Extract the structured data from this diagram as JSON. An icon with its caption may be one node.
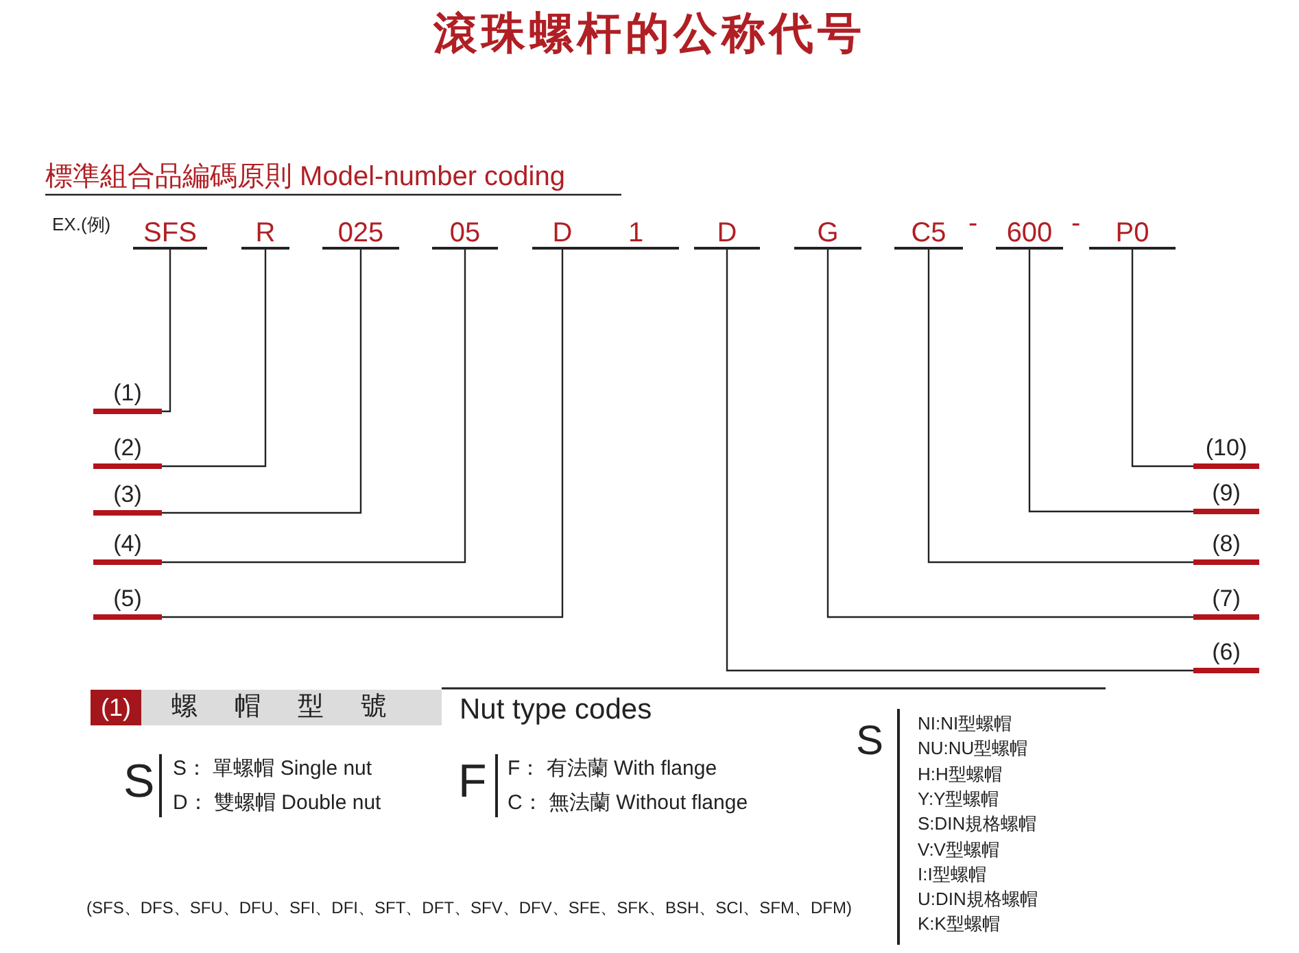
{
  "diagram": {
    "title": "滾珠螺杆的公称代号",
    "nodes": [
      {
        "text": [
          "SFS"
        ]
      },
      {
        "text": [
          "R"
        ]
      },
      {
        "text": [
          "025"
        ]
      },
      {
        "text": [
          "05"
        ]
      },
      {
        "text": [
          "D"
        ]
      },
      {
        "text": [
          "1"
        ]
      },
      {
        "text": [
          "D"
        ]
      },
      {
        "text": [
          "G"
        ]
      },
      {
        "text": [
          "C5"
        ]
      },
      {
        "text": [
          "600"
        ]
      },
      {
        "text": [
          "P0"
        ]
      },
      {
        "text": [
          "(1)"
        ]
      },
      {
        "text": [
          "(2)"
        ]
      },
      {
        "text": [
          "(3)"
        ]
      },
      {
        "text": [
          "(4)"
        ]
      },
      {
        "text": [
          "(5)"
        ]
      },
      {
        "text": [
          "(10)"
        ]
      },
      {
        "text": [
          "(9)"
        ]
      },
      {
        "text": [
          "(8)"
        ]
      },
      {
        "text": [
          "(7)"
        ]
      },
      {
        "text": [
          "(6)"
        ]
      },
      {
        "text": [
          "(1)"
        ]
      },
      {
        "text": [
          "螺　帽　型　號"
        ]
      }
    ],
    "edges": [
      {
        "from": 0,
        "to": 11,
        "arrow": "none"
      },
      {
        "from": 1,
        "to": 12,
        "arrow": "none"
      },
      {
        "from": 2,
        "to": 13,
        "arrow": "none"
      },
      {
        "from": 3,
        "to": 14,
        "arrow": "none"
      },
      {
        "from": 4,
        "to": 15,
        "arrow": "none"
      },
      {
        "from": 6,
        "to": 20,
        "arrow": "none"
      },
      {
        "from": 7,
        "to": 19,
        "arrow": "none"
      },
      {
        "from": 8,
        "to": 18,
        "arrow": "none"
      },
      {
        "from": 9,
        "to": 17,
        "arrow": "none"
      },
      {
        "from": 10,
        "to": 16,
        "arrow": "none"
      }
    ],
    "labels": [
      "標準組合品編碼原則 Model-number coding",
      "EX.(例)",
      "-",
      "-",
      "Nut type codes",
      "S",
      "S： 單螺帽 Single nut",
      "D： 雙螺帽 Double nut",
      "F",
      "F： 有法蘭 With flange",
      "C： 無法蘭 Without flange",
      "S",
      "NI:NI型螺帽",
      "NU:NU型螺帽",
      "H:H型螺帽",
      "Y:Y型螺帽",
      "S:DIN規格螺帽",
      "V:V型螺帽",
      "I:I型螺帽",
      "U:DIN規格螺帽",
      "K:K型螺帽",
      "(SFS、DFS、SFU、DFU、SFI、DFI、SFT、DFT、SFV、DFV、SFE、SFK、BSH、SCI、SFM、DFM)"
    ]
  }
}
